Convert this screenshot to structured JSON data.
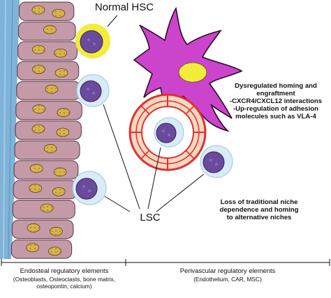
{
  "labels": {
    "normal_hsc": "Normal HSC",
    "lsc": "LSC",
    "dysregulated": [
      "Dysregulated homing and",
      "engraftment",
      "-CXCR4/CXCL12 interactions",
      "-Up-regulation of adhesion",
      "molecules such as VLA-4"
    ],
    "loss_niche": [
      "Loss of traditional niche",
      "dependence and homing",
      "to alternative niches"
    ],
    "endosteal_title": "Endosteal regulatory elements",
    "endosteal_sub": [
      "(Osteoblasts, Osteoclasts, bone matrix,",
      "osteopontin, calcium)"
    ],
    "perivascular_title": "Perivascular regulatory elements",
    "perivascular_sub": "(Endothelium, CAR, MSC)"
  },
  "colors": {
    "bone_blue": "#7fb3d8",
    "osteoblast": "#c49aa8",
    "nucleus": "#d6b44a",
    "stem_cell_nucleus": "#6a4a9c",
    "cell_halo": "#d8ecf8",
    "normal_hsc_ring": "#f2ec3a",
    "stromal_cell": "#cc44cc",
    "vessel_red": "#e03030",
    "vessel_wall": "#f4d8c0"
  }
}
